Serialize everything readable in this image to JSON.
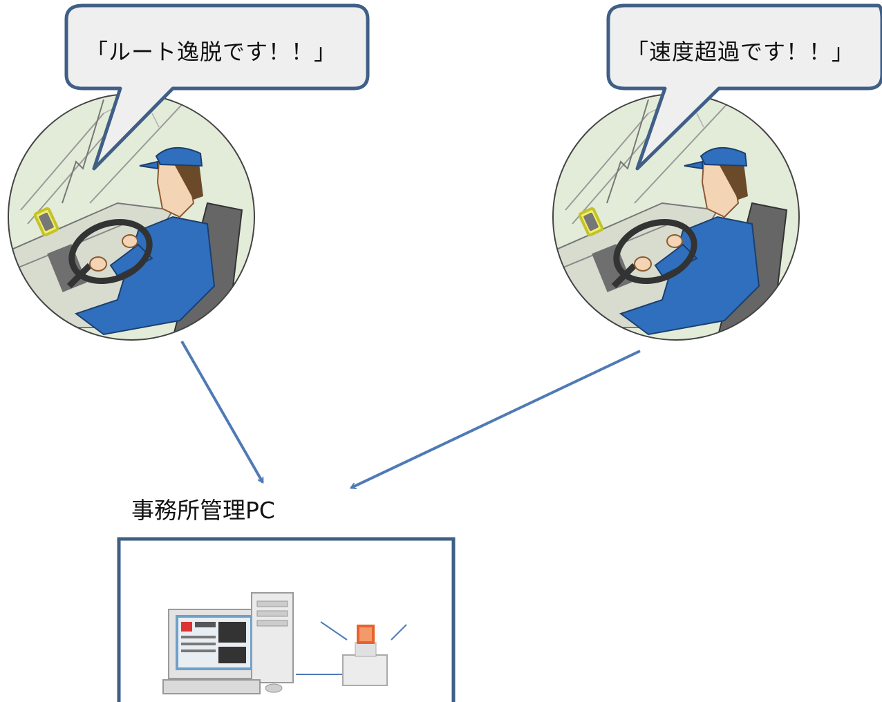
{
  "bubbles": {
    "left_text": "「ルート逸脱です！！」",
    "right_text": "「速度超過です！！」"
  },
  "office": {
    "label": "事務所管理PC"
  },
  "colors": {
    "bubble_fill": "#efefef",
    "bubble_stroke": "#3f5f86",
    "arrow": "#4f7ab5",
    "scene_bg": "#e3ecd9",
    "uniform": "#2f6fbd",
    "seat": "#666666",
    "alert_lamp": "#e8622c"
  },
  "icons": {
    "scene": "truck-driver-icon",
    "device": "vehicle-terminal-icon",
    "pc": "desktop-pc-icon",
    "lamp": "signal-tower-lamp-icon"
  }
}
